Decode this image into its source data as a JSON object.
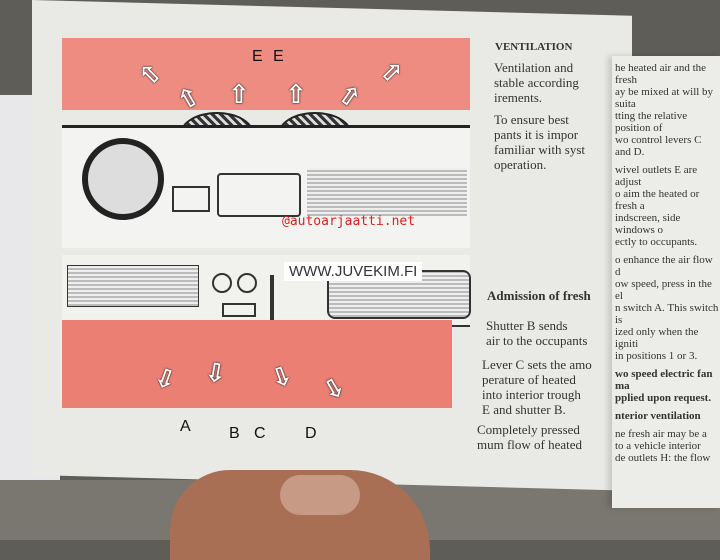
{
  "diagram": {
    "vent_labels": [
      "E",
      "E"
    ],
    "lever_labels": [
      "A",
      "B",
      "C",
      "D"
    ]
  },
  "watermarks": [
    "@autoarjaatti.net",
    "WWW.JUVEKIM.FI"
  ],
  "left_column": {
    "heading": "VENTILATION",
    "p1": [
      "Ventilation and",
      "stable according",
      "irements."
    ],
    "p2": [
      "To ensure best",
      "pants it is impor",
      "familiar with syst",
      "operation."
    ],
    "h2": "Admission of fresh",
    "p3": [
      "Shutter B sends",
      "air to the occupants"
    ],
    "p4": [
      "Lever C sets the amo",
      "perature of heated",
      "into interior trough",
      "E and shutter B."
    ],
    "p5": [
      "Completely pressed",
      "mum flow of heated"
    ]
  },
  "right_column": {
    "p1": [
      "he heated air and the fresh",
      "ay be mixed at will by suita",
      "tting the relative position of",
      "wo control levers C and D."
    ],
    "p2": [
      "wivel outlets E are adjust",
      "o aim the heated or fresh a",
      "indscreen, side windows o",
      "ectly to occupants."
    ],
    "p3": [
      "o enhance the air flow d",
      "ow speed, press in the el",
      "n switch A. This switch is",
      "ized only when the igniti",
      "in positions 1 or 3."
    ],
    "p4": [
      "wo speed electric fan ma",
      "pplied upon request."
    ],
    "h2": "nterior ventilation",
    "p5": [
      "ne fresh air may be a",
      "to a vehicle interior",
      "de outlets H: the flow"
    ]
  }
}
